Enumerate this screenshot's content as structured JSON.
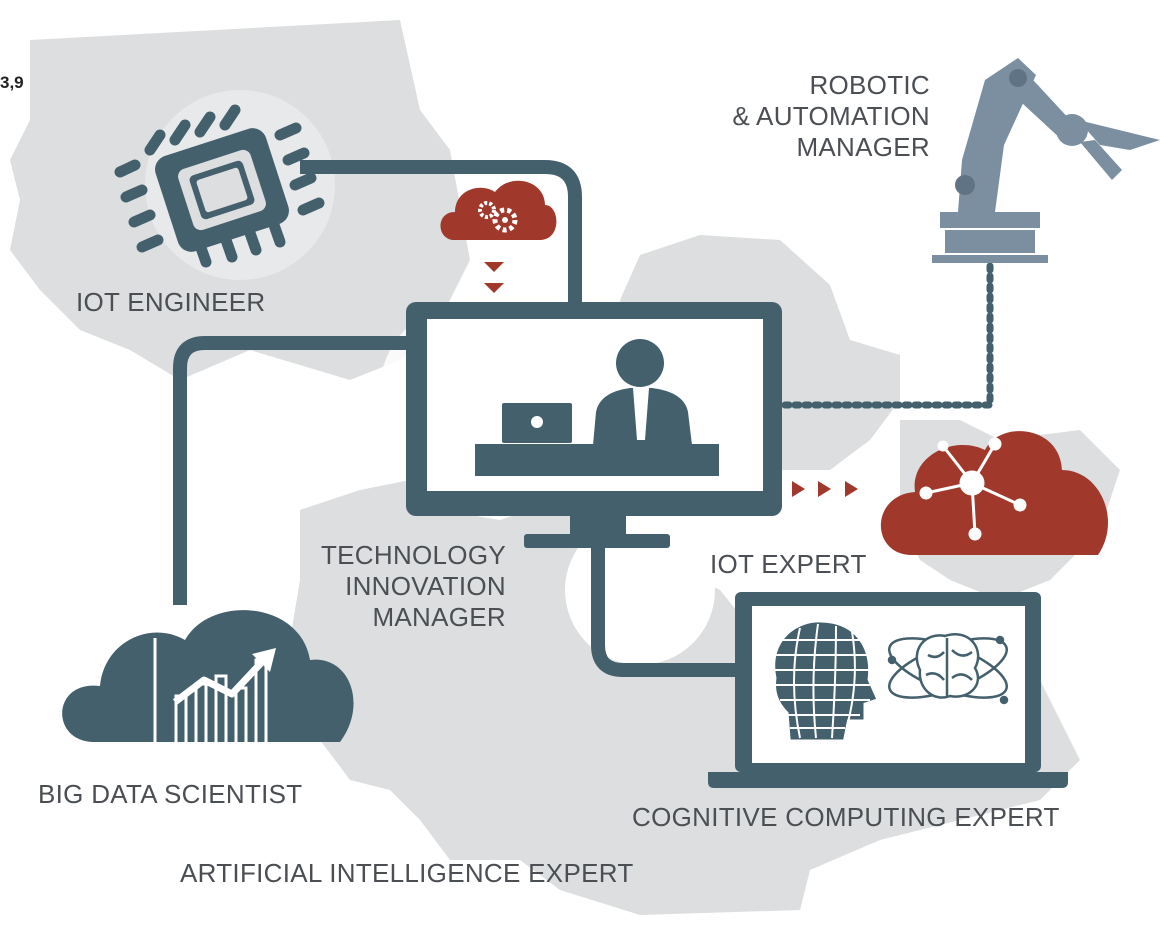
{
  "figure": {
    "corner_fragment": "3,9"
  },
  "roles": {
    "iot_engineer": "IOT ENGINEER",
    "robotic_line1": "ROBOTIC",
    "robotic_line2": "& AUTOMATION",
    "robotic_line3": "MANAGER",
    "tech_line1": "TECHNOLOGY",
    "tech_line2": "INNOVATION",
    "tech_line3": "MANAGER",
    "iot_expert": "IOT EXPERT",
    "big_data": "BIG DATA SCIENTIST",
    "cognitive": "COGNITIVE COMPUTING EXPERT",
    "ai_expert": "ARTIFICIAL INTELLIGENCE EXPERT"
  },
  "colors": {
    "gear": "#dcdedf",
    "slate": "#44606d",
    "rust": "#a0392c",
    "robot": "#7b8fa0",
    "text": "#4b4f53",
    "screen": "#ffffff"
  },
  "icons": [
    "gear-icon",
    "chip-icon",
    "robot-arm-icon",
    "cloud-gears-icon",
    "monitor-icon",
    "person-at-desk-icon",
    "cloud-network-icon",
    "cloud-chart-icon",
    "laptop-icon",
    "head-globe-icon",
    "brain-atom-icon"
  ]
}
